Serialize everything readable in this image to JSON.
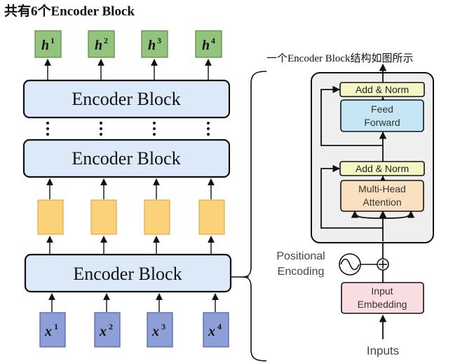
{
  "title": "共有6个Encoder Block",
  "caption": "一个Encoder Block结构如图所示",
  "outputs": [
    {
      "sym": "h",
      "sup": "1"
    },
    {
      "sym": "h",
      "sup": "2"
    },
    {
      "sym": "h",
      "sup": "3"
    },
    {
      "sym": "h",
      "sup": "4"
    }
  ],
  "inputs": [
    {
      "sym": "x",
      "sup": "1"
    },
    {
      "sym": "x",
      "sup": "2"
    },
    {
      "sym": "x",
      "sup": "3"
    },
    {
      "sym": "x",
      "sup": "4"
    }
  ],
  "encoder_label": "Encoder Block",
  "detail": {
    "add_norm": "Add & Norm",
    "ffn": [
      "Feed",
      "Forward"
    ],
    "mha": [
      "Multi-Head",
      "Attention"
    ],
    "positional": [
      "Positional",
      "Encoding"
    ],
    "embedding": [
      "Input",
      "Embedding"
    ],
    "inputs_label": "Inputs"
  },
  "colors": {
    "output_fill": "#93c47d",
    "input_fill": "#8e9fd8",
    "encoder_fill": "#dce9f8",
    "hidden_fill": "#fbd27a",
    "add_norm_fill": "#f4f6c3",
    "ffn_fill": "#c4e6f5",
    "mha_fill": "#fbe0c0",
    "embedding_fill": "#f9dde0",
    "panel_fill": "#efeff0"
  }
}
